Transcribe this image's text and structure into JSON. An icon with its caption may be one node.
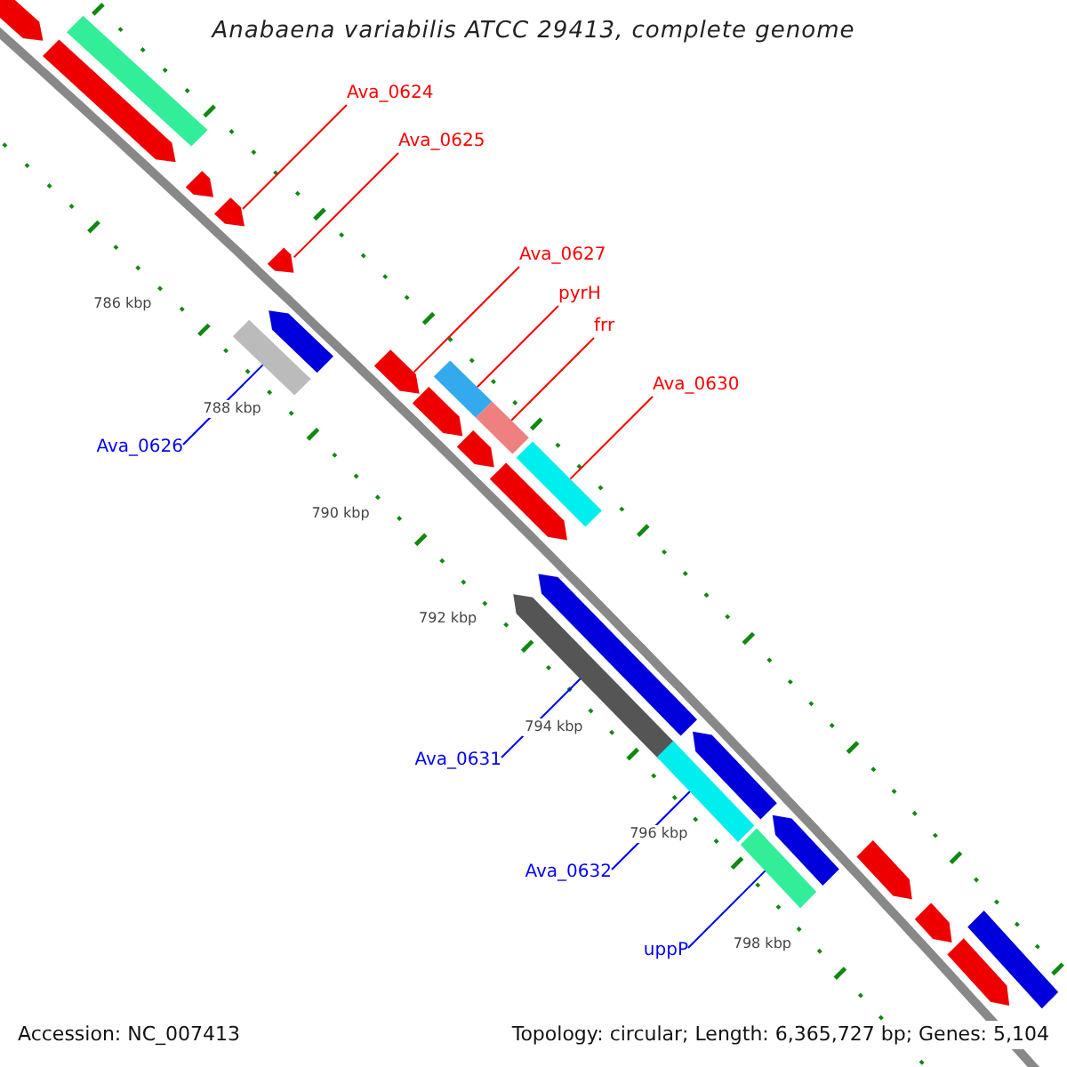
{
  "diagram": {
    "title": "Anabaena variabilis ATCC 29413, complete genome",
    "nodes": [
      {
        "text": [
          "Ava_0624"
        ]
      },
      {
        "text": [
          "Ava_0625"
        ]
      },
      {
        "text": [
          "Ava_0627"
        ]
      },
      {
        "text": [
          "pyrH"
        ]
      },
      {
        "text": [
          "frr"
        ]
      },
      {
        "text": [
          "Ava_0630"
        ]
      },
      {
        "text": [
          "Ava_0626"
        ]
      },
      {
        "text": [
          "Ava_0631"
        ]
      },
      {
        "text": [
          "Ava_0632"
        ]
      },
      {
        "text": [
          "uppP"
        ]
      },
      {
        "text": [],
        "shape": "pentagon"
      },
      {
        "text": [],
        "shape": "pentagon"
      },
      {
        "text": [],
        "shape": "bar"
      },
      {
        "text": [],
        "shape": "pentagon"
      },
      {
        "text": [],
        "shape": "pentagon"
      },
      {
        "text": [],
        "shape": "pentagon"
      },
      {
        "text": [],
        "shape": "bar"
      },
      {
        "text": [],
        "shape": "pentagon"
      },
      {
        "text": [],
        "shape": "pentagon"
      },
      {
        "text": [],
        "shape": "bar"
      },
      {
        "text": [],
        "shape": "pentagon"
      },
      {
        "text": [],
        "shape": "bar"
      },
      {
        "text": [],
        "shape": "pentagon"
      },
      {
        "text": [],
        "shape": "pentagon"
      },
      {
        "text": [],
        "shape": "bar"
      },
      {
        "text": [],
        "shape": "pentagon"
      },
      {
        "text": [],
        "shape": "pentagon"
      },
      {
        "text": [],
        "shape": "bar"
      },
      {
        "text": [],
        "shape": "pentagon"
      },
      {
        "text": [],
        "shape": "bar"
      },
      {
        "text": [],
        "shape": "pentagon"
      },
      {
        "text": [],
        "shape": "pentagon"
      },
      {
        "text": [],
        "shape": "pentagon"
      },
      {
        "text": [],
        "shape": "bar"
      },
      {
        "text": [],
        "shape": "pentagon"
      }
    ],
    "edges": [
      {
        "from": 0,
        "to": 14,
        "arrow": "none"
      },
      {
        "from": 1,
        "to": 15,
        "arrow": "none"
      },
      {
        "from": 2,
        "to": 18,
        "arrow": "none"
      },
      {
        "from": 3,
        "to": 19,
        "arrow": "none"
      },
      {
        "from": 4,
        "to": 21,
        "arrow": "none"
      },
      {
        "from": 5,
        "to": 24,
        "arrow": "none"
      },
      {
        "from": 6,
        "to": 16,
        "arrow": "none",
        "color": "#0000ff"
      },
      {
        "from": 7,
        "to": 25,
        "arrow": "none",
        "color": "#0000ff"
      },
      {
        "from": 8,
        "to": 27,
        "arrow": "none",
        "color": "#0000ff"
      },
      {
        "from": 9,
        "to": 29,
        "arrow": "none",
        "color": "#0000ff"
      }
    ],
    "labels": [
      "786 kbp",
      "788 kbp",
      "790 kbp",
      "792 kbp",
      "794 kbp",
      "796 kbp",
      "798 kbp",
      "Accession: NC_007413",
      "Topology: circular; Length: 6,365,727 bp; Genes: 5,104"
    ]
  }
}
